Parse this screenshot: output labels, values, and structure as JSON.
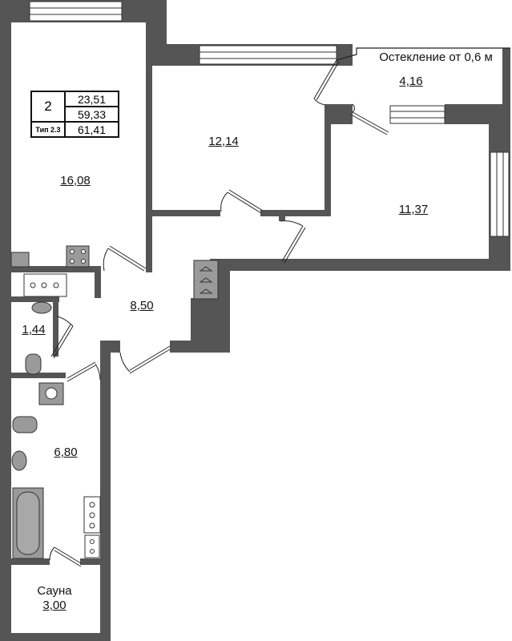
{
  "plan": {
    "info": {
      "rooms": "2",
      "type": "Тип 2.3",
      "living_area": "23,51",
      "total_area": "59,33",
      "total_with_balcony": "61,41"
    },
    "glazing_note": "Остекление от 0,6 м",
    "rooms": {
      "living_kitchen": "16,08",
      "bedroom_1": "12,14",
      "balcony": "4,16",
      "bedroom_2": "11,37",
      "hallway": "8,50",
      "wc": "1,44",
      "bathroom": "6,80",
      "sauna_name": "Сауна",
      "sauna_area": "3,00"
    },
    "colors": {
      "wall": "#555555",
      "fixture": "#9a9a9a"
    }
  }
}
